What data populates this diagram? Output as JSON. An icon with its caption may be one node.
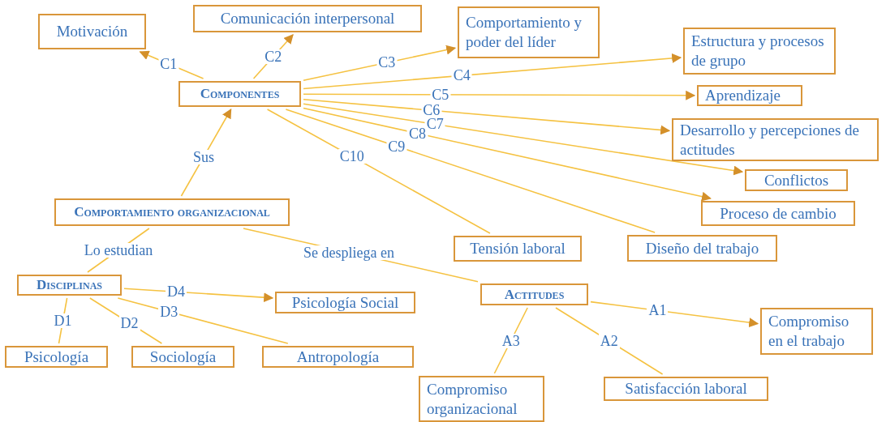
{
  "diagram": {
    "nodes": [
      {
        "text": [
          "Motivación"
        ]
      },
      {
        "text": [
          "Comunicación interpersonal"
        ]
      },
      {
        "text": [
          "Comportamiento y poder del líder"
        ]
      },
      {
        "text": [
          "Estructura y procesos de grupo"
        ]
      },
      {
        "text": [
          "Aprendizaje"
        ]
      },
      {
        "text": [
          "Desarrollo y percepciones de actitudes"
        ]
      },
      {
        "text": [
          "Conflictos"
        ]
      },
      {
        "text": [
          "Proceso de cambio"
        ]
      },
      {
        "text": [
          "Tensión laboral"
        ]
      },
      {
        "text": [
          "Diseño del trabajo"
        ]
      },
      {
        "text": [
          "Componentes"
        ]
      },
      {
        "text": [
          "Comportamiento organizacional"
        ]
      },
      {
        "text": [
          "Disciplinas"
        ]
      },
      {
        "text": [
          "Psicología Social"
        ]
      },
      {
        "text": [
          "Psicología"
        ]
      },
      {
        "text": [
          "Sociología"
        ]
      },
      {
        "text": [
          "Antropología"
        ]
      },
      {
        "text": [
          "Actitudes"
        ]
      },
      {
        "text": [
          "Compromiso en el trabajo"
        ]
      },
      {
        "text": [
          "Compromiso organizacional"
        ]
      },
      {
        "text": [
          "Satisfacción laboral"
        ]
      }
    ],
    "edges": [
      {
        "from": 10,
        "to": 0,
        "arrow": "to",
        "label": "C1"
      },
      {
        "from": 10,
        "to": 1,
        "arrow": "to",
        "label": "C2"
      },
      {
        "from": 10,
        "to": 2,
        "arrow": "to",
        "label": "C3"
      },
      {
        "from": 10,
        "to": 3,
        "arrow": "to",
        "label": "C4"
      },
      {
        "from": 10,
        "to": 4,
        "arrow": "to",
        "label": "C5"
      },
      {
        "from": 10,
        "to": 5,
        "arrow": "to",
        "label": "C6"
      },
      {
        "from": 10,
        "to": 6,
        "arrow": "to",
        "label": "C7"
      },
      {
        "from": 10,
        "to": 7,
        "arrow": "to",
        "label": "C8"
      },
      {
        "from": 10,
        "to": 9,
        "arrow": "none",
        "label": "C9"
      },
      {
        "from": 10,
        "to": 8,
        "arrow": "none",
        "label": "C10"
      },
      {
        "from": 11,
        "to": 10,
        "arrow": "to",
        "label": "Sus"
      },
      {
        "from": 11,
        "to": 12,
        "arrow": "none",
        "label": "Lo estudian"
      },
      {
        "from": 11,
        "to": 17,
        "arrow": "none",
        "label": "Se despliega en"
      },
      {
        "from": 12,
        "to": 14,
        "arrow": "none",
        "label": "D1"
      },
      {
        "from": 12,
        "to": 15,
        "arrow": "none",
        "label": "D2"
      },
      {
        "from": 12,
        "to": 16,
        "arrow": "none",
        "label": "D3"
      },
      {
        "from": 12,
        "to": 13,
        "arrow": "to",
        "label": "D4"
      },
      {
        "from": 17,
        "to": 18,
        "arrow": "to",
        "label": "A1"
      },
      {
        "from": 17,
        "to": 20,
        "arrow": "none",
        "label": "A2"
      },
      {
        "from": 17,
        "to": 19,
        "arrow": "none",
        "label": "A3"
      }
    ]
  }
}
